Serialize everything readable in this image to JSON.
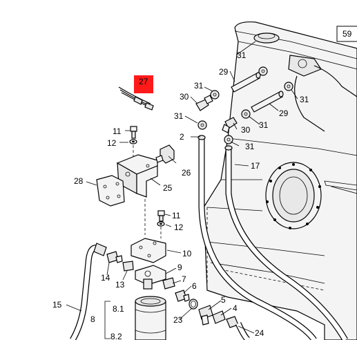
{
  "diagram": {
    "page_reference": "59",
    "highlighted_callout": "27",
    "highlight_color": "#ff1a1a",
    "callouts": {
      "c2": "2",
      "c4": "4",
      "c5": "5",
      "c6": "6",
      "c7": "7",
      "c8": "8",
      "c8_1": "8.1",
      "c8_2": "8.2",
      "c9": "9",
      "c10": "10",
      "c11a": "11",
      "c11b": "11",
      "c12a": "12",
      "c12b": "12",
      "c13": "13",
      "c14": "14",
      "c15": "15",
      "c17": "17",
      "c23": "23",
      "c24": "24",
      "c25": "25",
      "c26": "26",
      "c27": "27",
      "c28": "28",
      "c29a": "29",
      "c29b": "29",
      "c30a": "30",
      "c30b": "30",
      "c31a": "31",
      "c31b": "31",
      "c31c": "31",
      "c31d": "31",
      "c31e": "31",
      "c31f": "31"
    }
  }
}
